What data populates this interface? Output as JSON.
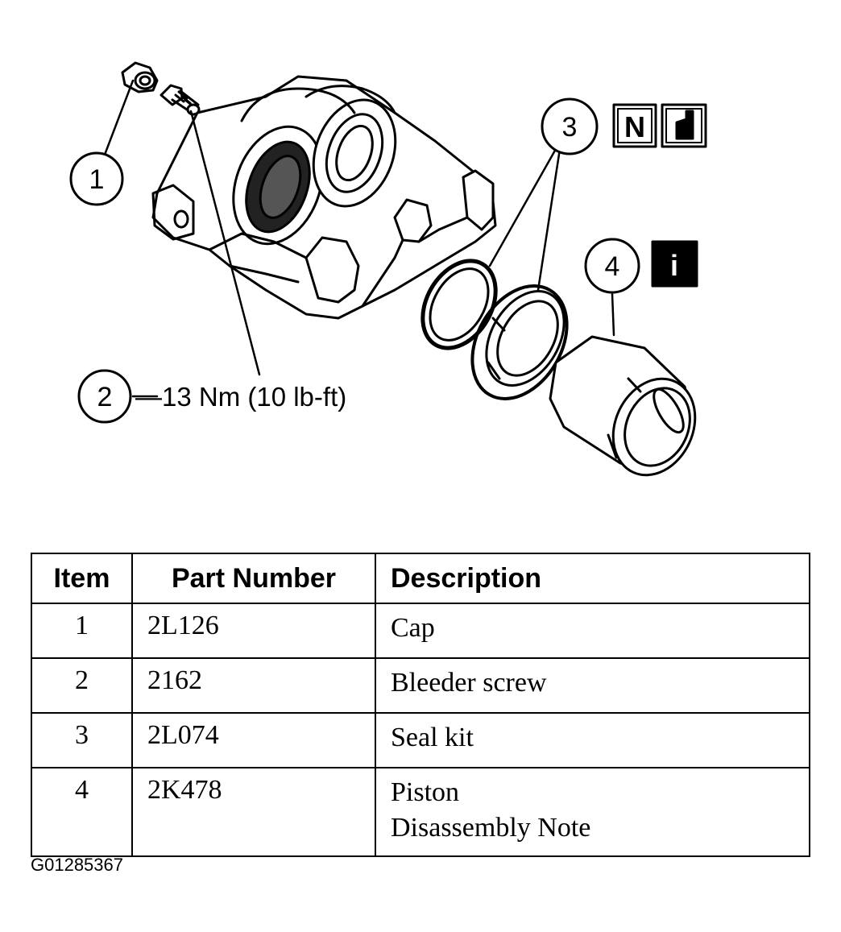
{
  "callouts": [
    "1",
    "2",
    "3",
    "4"
  ],
  "torque_spec": "—13 Nm (10 lb-ft)",
  "badges": {
    "new_part": "N",
    "i_icon": "i"
  },
  "table": {
    "headers": [
      "Item",
      "Part Number",
      "Description"
    ],
    "rows": [
      {
        "item": "1",
        "part": "2L126",
        "desc": [
          "Cap"
        ]
      },
      {
        "item": "2",
        "part": "2162",
        "desc": [
          "Bleeder screw"
        ]
      },
      {
        "item": "3",
        "part": "2L074",
        "desc": [
          "Seal kit"
        ]
      },
      {
        "item": "4",
        "part": "2K478",
        "desc": [
          "Piston",
          "Disassembly Note"
        ]
      }
    ]
  },
  "figure_id": "G01285367"
}
